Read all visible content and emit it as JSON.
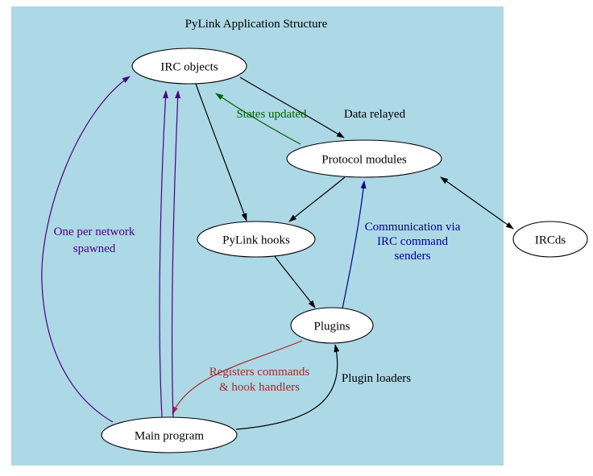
{
  "diagram": {
    "title": "PyLink Application Structure",
    "nodes": {
      "irc_objects": {
        "label": "IRC objects"
      },
      "protocol_modules": {
        "label": "Protocol modules"
      },
      "ircds": {
        "label": "IRCds"
      },
      "pylink_hooks": {
        "label": "PyLink hooks"
      },
      "plugins": {
        "label": "Plugins"
      },
      "main_program": {
        "label": "Main program"
      }
    },
    "edge_labels": {
      "data_relayed": {
        "text": "Data relayed"
      },
      "states_updated": {
        "text": "States updated"
      },
      "one_per_network": {
        "line1": "One per network",
        "line2": "spawned"
      },
      "communication": {
        "line1": "Communication via",
        "line2": "IRC command",
        "line3": "senders"
      },
      "registers": {
        "line1": "Registers commands",
        "line2": "& hook handlers"
      },
      "plugin_loaders": {
        "text": "Plugin loaders"
      }
    },
    "colors": {
      "background": "#ADD8E6",
      "node_fill": "#FFFFFF",
      "node_stroke": "#000000",
      "edge_black": "#000000",
      "edge_green": "#006400",
      "edge_purple": "#4B0082",
      "edge_navy": "#00008B",
      "edge_brown": "#A52A2A"
    }
  }
}
